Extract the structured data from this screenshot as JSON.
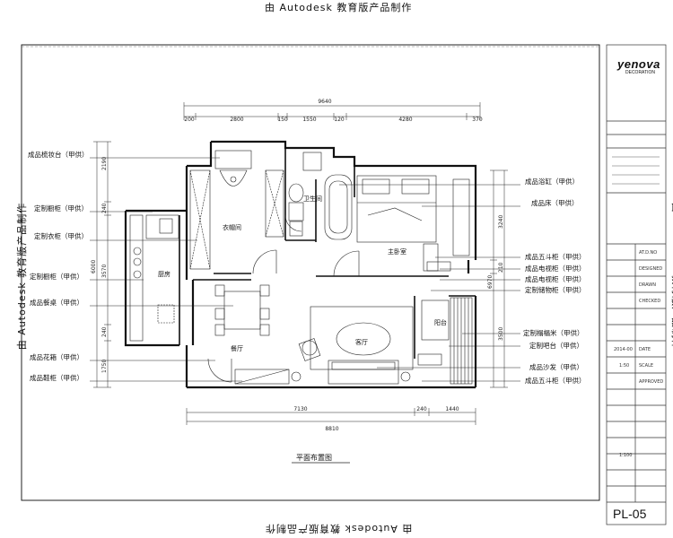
{
  "watermark": "由 Autodesk 教育版产品制作",
  "drawing_title": "平面布置图",
  "sheet_number": "PL-05",
  "logo": {
    "name": "yenova",
    "sub": "DECORATION"
  },
  "title_block": {
    "date": "2014-00",
    "scale": "1:50",
    "fields": [
      "AT.D.NO",
      "DESIGNED",
      "DRAWN",
      "CHECKED",
      "DATE",
      "SCALE",
      "APPROVED",
      "1:100"
    ]
  },
  "dimensions": {
    "top_total": "9640",
    "top_segments": [
      "200",
      "2800",
      "150",
      "1550",
      "120",
      "4280",
      "370"
    ],
    "bottom_segments": [
      "7130",
      "240",
      "1440"
    ],
    "bottom_total": "8810",
    "left": [
      "2190",
      "240",
      "3570",
      "6000",
      "240",
      "1750"
    ],
    "right": [
      "3240",
      "210",
      "3500",
      "6970"
    ]
  },
  "rooms": {
    "walkin": "衣帽间",
    "bath": "卫生间",
    "master": "主卧室",
    "kitchen": "厨房",
    "dining": "餐厅",
    "living": "客厅",
    "balcony": "阳台"
  },
  "left_labels": [
    "成品梳妆台（甲供）",
    "定制橱柜（甲供）",
    "定制衣柜（甲供）",
    "定制橱柜（甲供）",
    "成品餐桌（甲供）",
    "成品花箱（甲供）",
    "成品鞋柜（甲供）"
  ],
  "right_labels": [
    "成品浴缸（甲供）",
    "成品床（甲供）",
    "成品五斗柜（甲供）",
    "成品电视柜（甲供）",
    "成品电视柜（甲供）",
    "定制储物柜（甲供）",
    "定制榻榻米（甲供）",
    "定制吧台（甲供）",
    "成品沙发（甲供）",
    "成品五斗柜（甲供）"
  ]
}
